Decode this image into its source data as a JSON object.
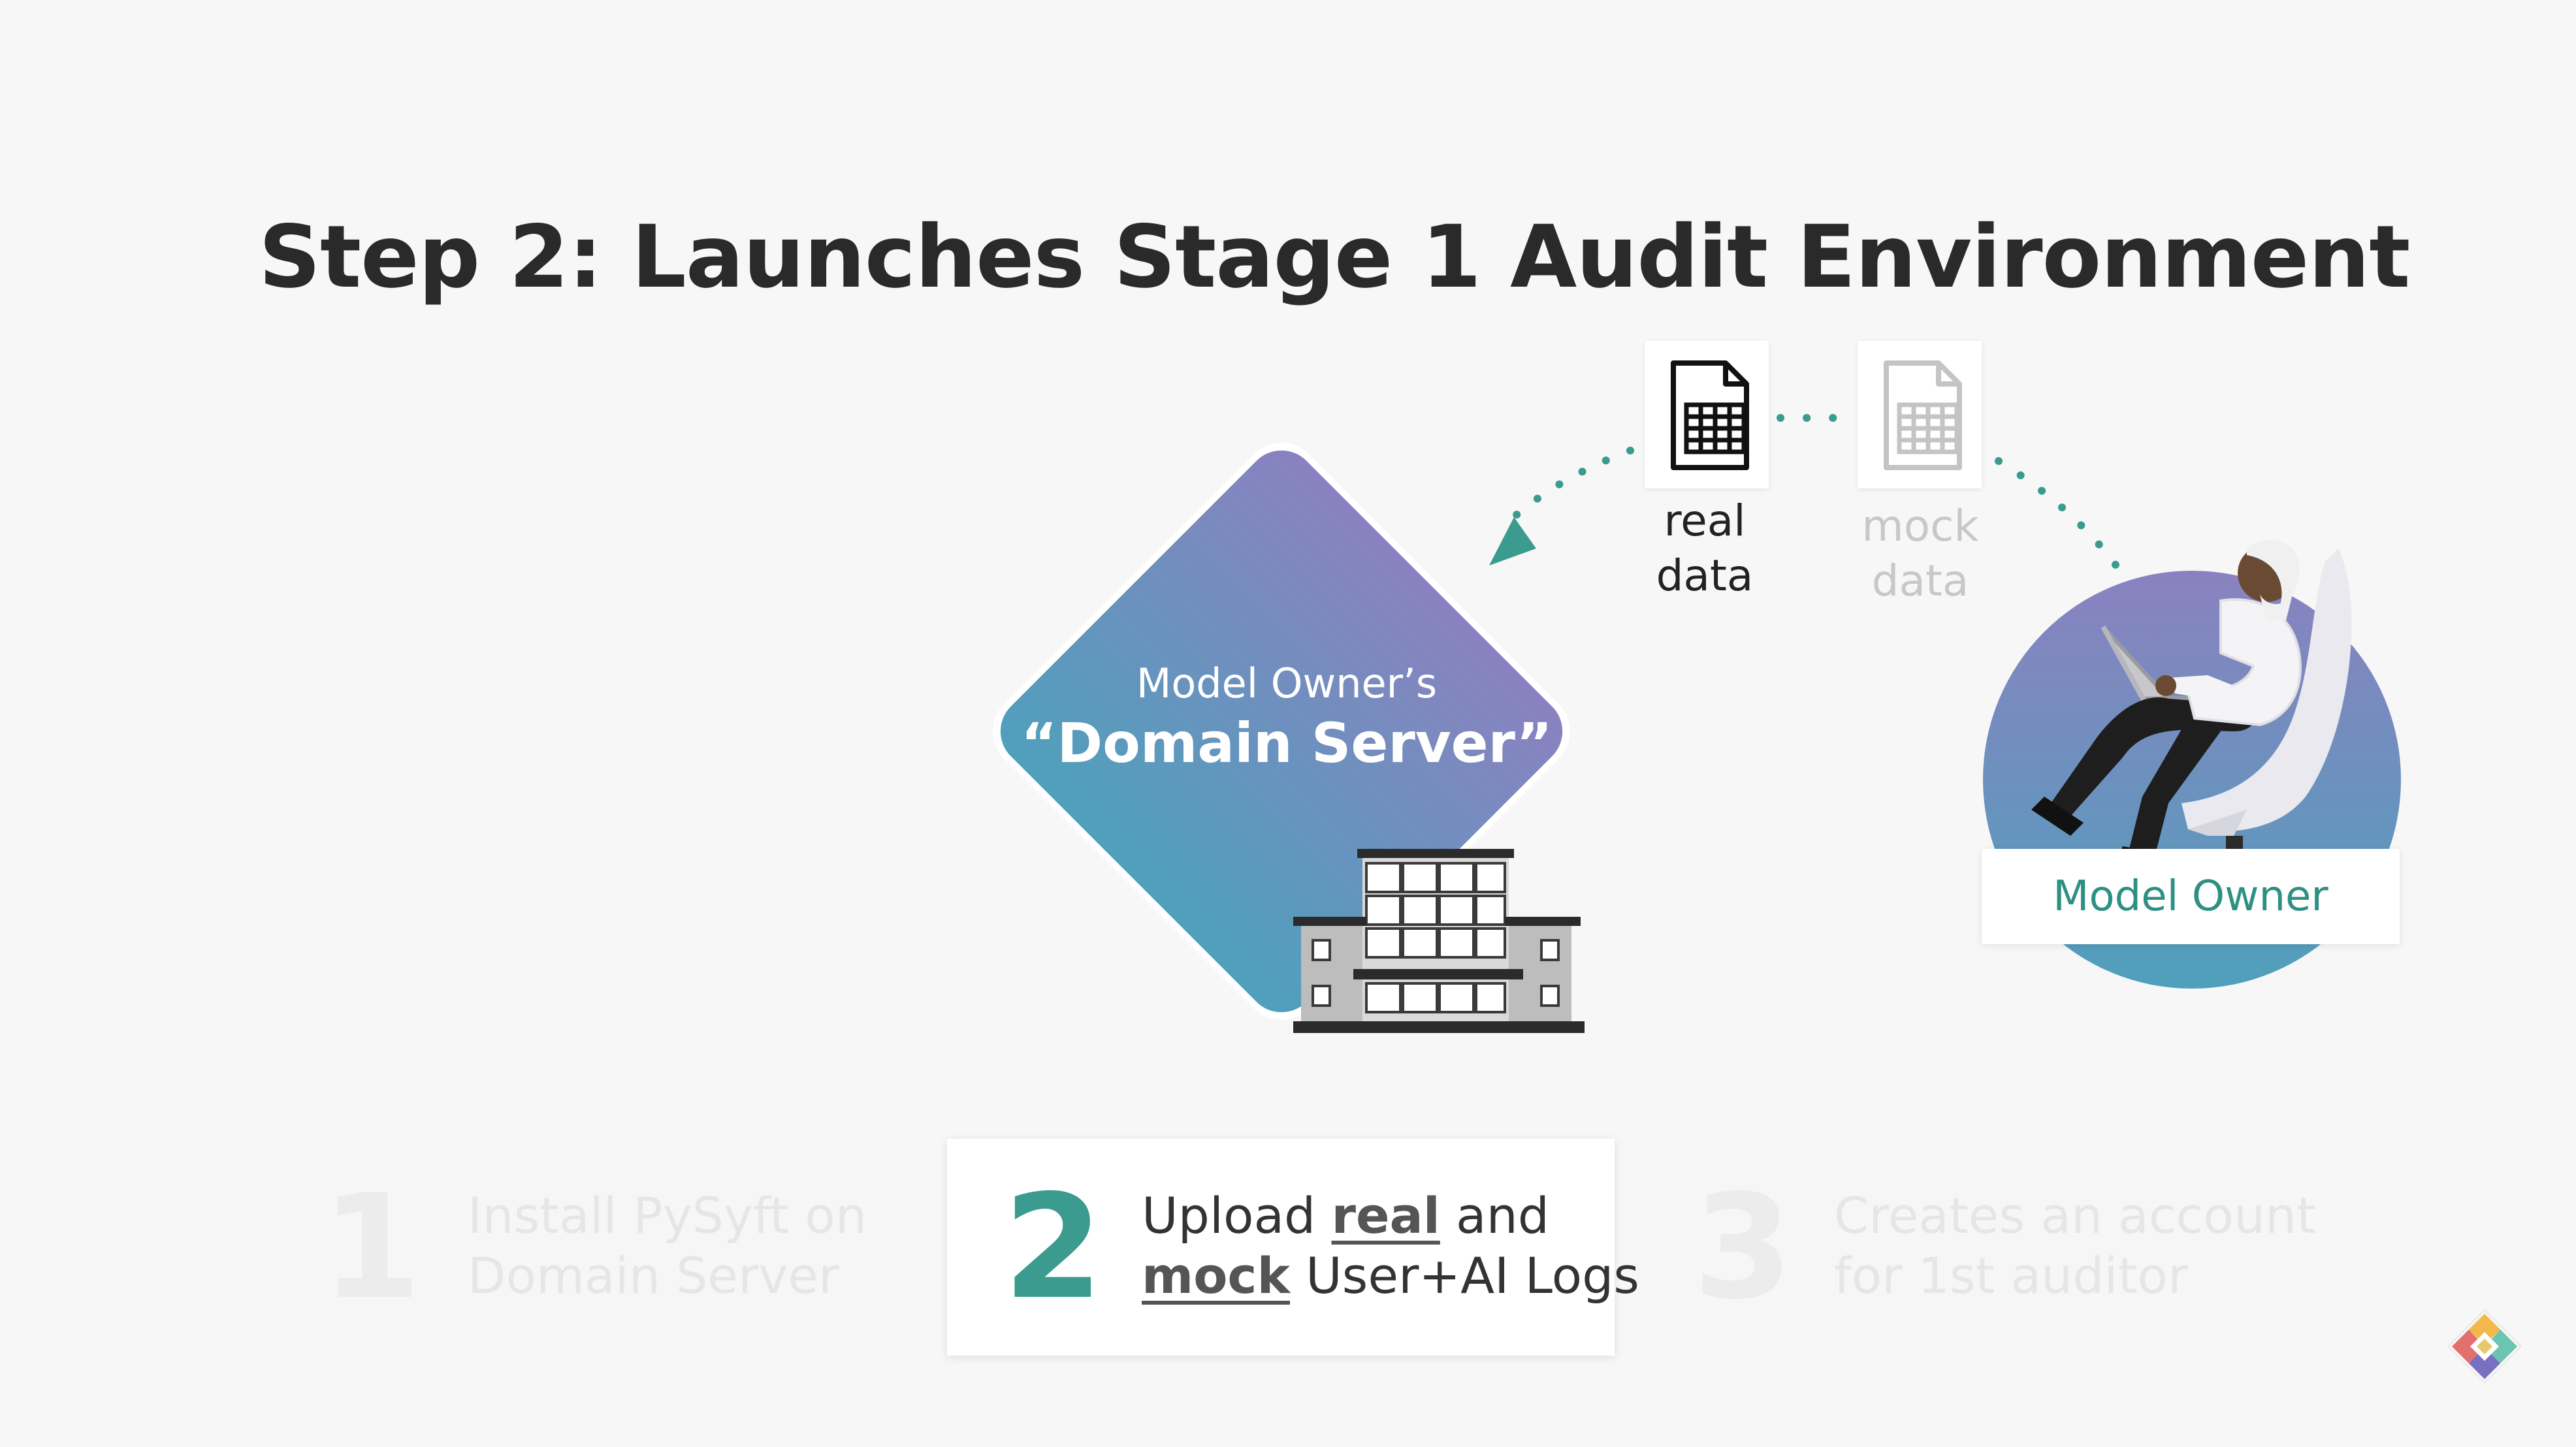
{
  "title": "Step 2: Launches Stage 1 Audit Environment",
  "server": {
    "label_top": "Model Owner’s",
    "label_main": "“Domain Server”",
    "gradient_top": "#8a82c0",
    "gradient_bottom": "#4fa0bc"
  },
  "data_files": {
    "real_line1": "real",
    "real_line2": "data",
    "mock_line1": "mock",
    "mock_line2": "data",
    "arrow_color": "#3a9b8e"
  },
  "owner": {
    "label": "Model Owner",
    "label_color": "#2e8f83"
  },
  "steps": [
    {
      "number": "1",
      "line1": "Install PySyft on",
      "line2": "Domain Server"
    },
    {
      "number": "2",
      "line1_pre": "Upload ",
      "line1_u": "real",
      "line1_post": " and",
      "line2_u": "mock",
      "line2_post": " User+AI Logs"
    },
    {
      "number": "3",
      "line1": "Creates an account",
      "line2": "for 1st auditor"
    }
  ],
  "icons": {
    "real_file": "spreadsheet-file-icon",
    "mock_file": "spreadsheet-file-icon",
    "building": "building-icon",
    "person": "seated-person-laptop-icon",
    "logo": "openmined-logo-icon"
  }
}
